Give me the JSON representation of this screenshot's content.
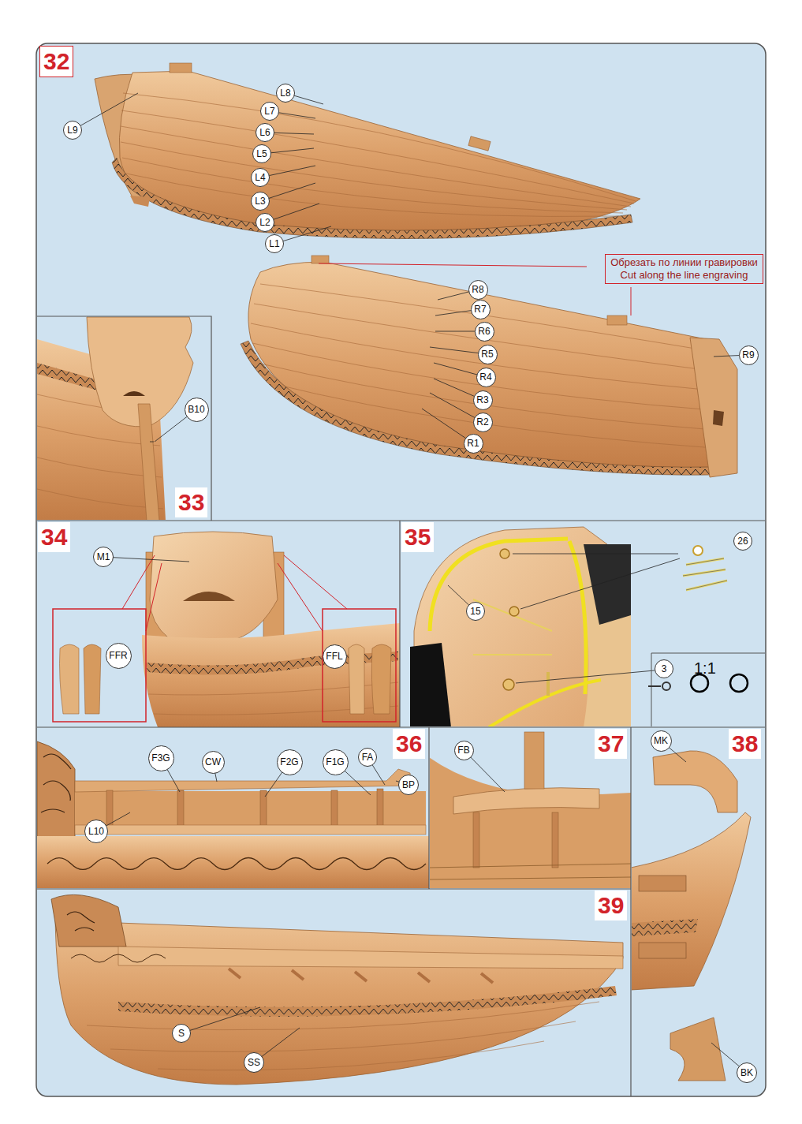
{
  "diagram": {
    "nodes": [
      {
        "text": [
          "32"
        ]
      },
      {
        "text": [
          "L9"
        ],
        "in": 0
      },
      {
        "text": [
          "L8"
        ],
        "in": 0
      },
      {
        "text": [
          "L7"
        ],
        "in": 0
      },
      {
        "text": [
          "L6"
        ],
        "in": 0
      },
      {
        "text": [
          "L5"
        ],
        "in": 0
      },
      {
        "text": [
          "L4"
        ],
        "in": 0
      },
      {
        "text": [
          "L3"
        ],
        "in": 0
      },
      {
        "text": [
          "L2"
        ],
        "in": 0
      },
      {
        "text": [
          "L1"
        ],
        "in": 0
      },
      {
        "text": [
          "Обрезать по линии гравировки",
          "Cut along the line engraving"
        ],
        "in": 0
      },
      {
        "text": [
          "R8"
        ],
        "in": 0
      },
      {
        "text": [
          "R7"
        ],
        "in": 0
      },
      {
        "text": [
          "R6"
        ],
        "in": 0
      },
      {
        "text": [
          "R5"
        ],
        "in": 0
      },
      {
        "text": [
          "R4"
        ],
        "in": 0
      },
      {
        "text": [
          "R3"
        ],
        "in": 0
      },
      {
        "text": [
          "R2"
        ],
        "in": 0
      },
      {
        "text": [
          "R1"
        ],
        "in": 0
      },
      {
        "text": [
          "R9"
        ],
        "in": 0
      },
      {
        "text": [
          "33"
        ]
      },
      {
        "text": [
          "B10"
        ],
        "in": 20
      },
      {
        "text": [
          "34"
        ]
      },
      {
        "text": [
          "M1"
        ],
        "in": 22
      },
      {
        "text": [
          "FFR"
        ],
        "in": 22
      },
      {
        "text": [
          "FFL"
        ],
        "in": 22
      },
      {
        "text": [
          "35"
        ]
      },
      {
        "text": [
          "26"
        ],
        "in": 26
      },
      {
        "text": [
          "15"
        ],
        "in": 26
      },
      {
        "text": [
          "3"
        ],
        "in": 26
      },
      {
        "text": [
          "36"
        ]
      },
      {
        "text": [
          "F3G"
        ],
        "in": 30
      },
      {
        "text": [
          "CW"
        ],
        "in": 30
      },
      {
        "text": [
          "F2G"
        ],
        "in": 30
      },
      {
        "text": [
          "F1G"
        ],
        "in": 30
      },
      {
        "text": [
          "FA"
        ],
        "in": 30
      },
      {
        "text": [
          "BP"
        ],
        "in": 30
      },
      {
        "text": [
          "L10"
        ],
        "in": 30
      },
      {
        "text": [
          "37"
        ]
      },
      {
        "text": [
          "FB"
        ],
        "in": 38
      },
      {
        "text": [
          "38"
        ]
      },
      {
        "text": [
          "MK"
        ],
        "in": 40
      },
      {
        "text": [
          "BK"
        ],
        "in": 40
      },
      {
        "text": [
          "39"
        ]
      },
      {
        "text": [
          "S"
        ],
        "in": 43
      },
      {
        "text": [
          "SS"
        ],
        "in": 43
      }
    ],
    "labels": [
      "1:1"
    ]
  }
}
